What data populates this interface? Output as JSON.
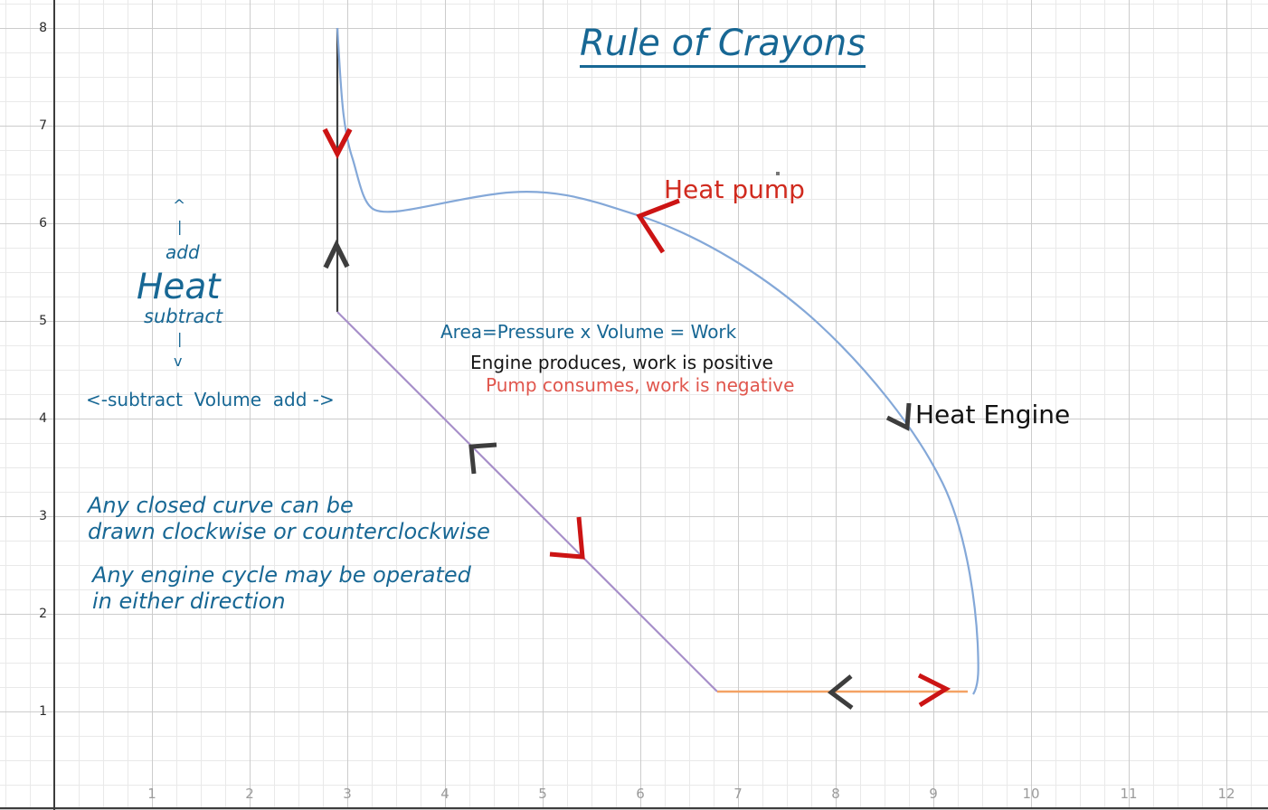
{
  "canvas": {
    "background": "#ffffff",
    "grid_minor_color": "#e9e9e9",
    "grid_major_color": "#cccccc",
    "axis_color": "#3c3c3c"
  },
  "axes": {
    "x_ticks": [
      "1",
      "2",
      "3",
      "4",
      "5",
      "6",
      "7",
      "8",
      "9",
      "10",
      "11",
      "12"
    ],
    "y_ticks": [
      "8",
      "7",
      "6",
      "5",
      "4",
      "3",
      "2",
      "1"
    ],
    "x_tick_color": "#9b9b9b",
    "y_tick_color": "#2b2b2b"
  },
  "title": {
    "text": "Rule of Crayons",
    "color": "#176794",
    "underlined": true
  },
  "labels": {
    "heat_pump": {
      "text": "Heat pump",
      "color": "#d02a1e"
    },
    "heat_engine": {
      "text": "Heat Engine",
      "color": "#111111"
    },
    "area_work": {
      "text": "Area=Pressure x Volume = Work",
      "color": "#176794"
    },
    "engine_positive": {
      "text": "Engine produces, work is positive",
      "color": "#151515"
    },
    "pump_negative": {
      "text": "Pump consumes, work is negative",
      "color": "#e0564d"
    }
  },
  "heat_axis": {
    "caret_up": "^",
    "bar_top": "|",
    "add": "add",
    "word": "Heat",
    "subtract": "subtract",
    "bar_bottom": "|",
    "caret_down": "v",
    "color": "#176794"
  },
  "volume_axis": {
    "text": "<-subtract  Volume  add ->",
    "color": "#176794"
  },
  "notes": {
    "closed_curve_1": "Any closed curve can be",
    "closed_curve_2": "drawn clockwise or counterclockwise",
    "engine_cycle_1": "Any engine cycle may be operated",
    "engine_cycle_2": "in either direction",
    "color": "#176794"
  },
  "chart_data": {
    "type": "line",
    "title": "Rule of Crayons",
    "xlabel": "Volume",
    "ylabel": "Heat",
    "xlim": [
      0,
      12.4
    ],
    "ylim": [
      0,
      8.3
    ],
    "grid": true,
    "units_per_major_gridline": 1,
    "series": [
      {
        "name": "isochoric-segment",
        "color": "#3d3d3d",
        "points": [
          [
            2.9,
            8.0
          ],
          [
            2.9,
            5.1
          ]
        ]
      },
      {
        "name": "expansion-line-segment",
        "color": "#a78fc9",
        "points": [
          [
            2.9,
            5.1
          ],
          [
            6.8,
            1.2
          ]
        ]
      },
      {
        "name": "isobaric-segment",
        "color": "#f4a264",
        "points": [
          [
            6.8,
            1.2
          ],
          [
            9.35,
            1.2
          ]
        ]
      },
      {
        "name": "curved-segment",
        "color": "#84a8d8",
        "points": [
          [
            2.9,
            8.0
          ],
          [
            3.1,
            6.6
          ],
          [
            3.28,
            6.14
          ],
          [
            4.55,
            6.3
          ],
          [
            6.0,
            6.07
          ],
          [
            7.8,
            5.0
          ],
          [
            9.1,
            3.35
          ],
          [
            9.45,
            1.7
          ],
          [
            9.42,
            1.18
          ]
        ]
      }
    ],
    "arrows": [
      {
        "name": "red-down-on-isochore",
        "color": "#cc1414",
        "at": [
          2.9,
          6.83
        ],
        "direction": "down"
      },
      {
        "name": "dark-up-on-isochore",
        "color": "#3d3d3d",
        "at": [
          2.9,
          5.66
        ],
        "direction": "up"
      },
      {
        "name": "red-upleft-on-curve",
        "color": "#cc1414",
        "at": [
          5.99,
          6.07
        ],
        "direction": "up-left"
      },
      {
        "name": "dark-upleft-on-expansion",
        "color": "#3d3d3d",
        "at": [
          4.28,
          3.72
        ],
        "direction": "up-left"
      },
      {
        "name": "red-downright-on-expansion",
        "color": "#cc1414",
        "at": [
          5.4,
          2.59
        ],
        "direction": "down-right"
      },
      {
        "name": "dark-down-on-curve",
        "color": "#3d3d3d",
        "at": [
          8.73,
          3.92
        ],
        "direction": "down"
      },
      {
        "name": "dark-left-on-isobar",
        "color": "#3d3d3d",
        "at": [
          8.06,
          1.2
        ],
        "direction": "left"
      },
      {
        "name": "red-right-on-isobar",
        "color": "#cc1414",
        "at": [
          8.99,
          1.2
        ],
        "direction": "right"
      }
    ],
    "stray_dot": {
      "at": [
        7.41,
        6.5
      ],
      "color": "#777777"
    }
  }
}
